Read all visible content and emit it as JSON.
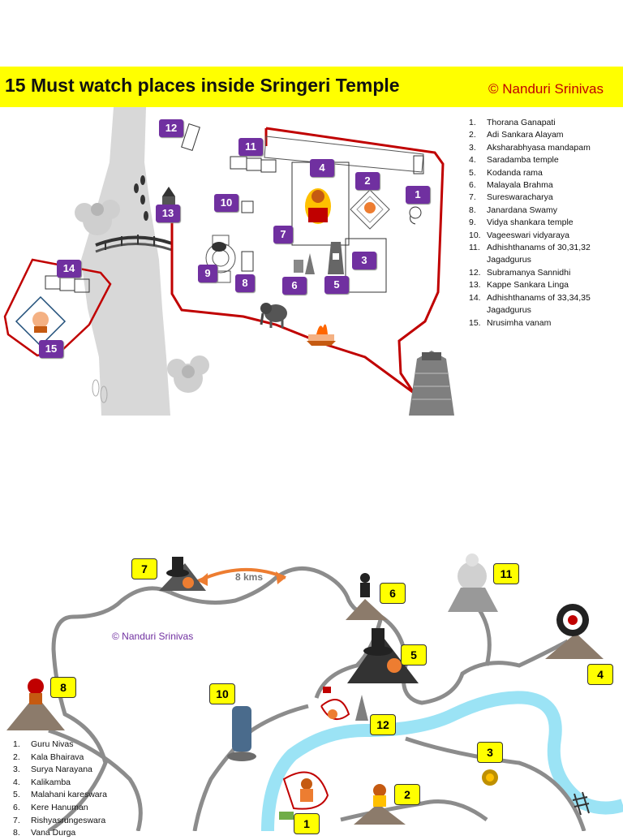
{
  "title": "15 Must watch places inside Sringeri Temple",
  "credit": "© Nanduri Srinivas",
  "temple_places": [
    {
      "num": "1.",
      "label": "Thorana Ganapati"
    },
    {
      "num": "2.",
      "label": "Adi Sankara Alayam"
    },
    {
      "num": "3.",
      "label": "Aksharabhyasa mandapam"
    },
    {
      "num": "4.",
      "label": "Saradamba temple"
    },
    {
      "num": "5.",
      "label": "Kodanda rama"
    },
    {
      "num": "6.",
      "label": "Malayala Brahma"
    },
    {
      "num": "7.",
      "label": "Sureswaracharya"
    },
    {
      "num": "8.",
      "label": "Janardana Swamy"
    },
    {
      "num": "9.",
      "label": "Vidya shankara temple"
    },
    {
      "num": "10.",
      "label": "Vageeswari vidyaraya"
    },
    {
      "num": "11.",
      "label": "Adhishthanams of 30,31,32 Jagadgurus"
    },
    {
      "num": "12.",
      "label": "Subramanya Sannidhi"
    },
    {
      "num": "13.",
      "label": "Kappe Sankara Linga"
    },
    {
      "num": "14.",
      "label": "Adhishthanams of 33,34,35 Jagadgurus"
    },
    {
      "num": "15.",
      "label": "Nrusimha vanam"
    }
  ],
  "temple_badges": [
    "1",
    "2",
    "3",
    "4",
    "5",
    "6",
    "7",
    "8",
    "9",
    "10",
    "11",
    "12",
    "13",
    "14",
    "15"
  ],
  "town_credit": "© Nanduri Srinivas",
  "distance_label": "8 kms",
  "town_badges": [
    "1",
    "2",
    "3",
    "4",
    "5",
    "6",
    "7",
    "8",
    "10",
    "11",
    "12"
  ],
  "town_places": [
    {
      "num": "1.",
      "label": "Guru Nivas"
    },
    {
      "num": "2.",
      "label": "Kala Bhairava"
    },
    {
      "num": "3.",
      "label": "Surya Narayana"
    },
    {
      "num": "4.",
      "label": "Kalikamba"
    },
    {
      "num": "5.",
      "label": "Malahani kareswara"
    },
    {
      "num": "6.",
      "label": "Kere Hanuman"
    },
    {
      "num": "7.",
      "label": "Rishyasrungeswara"
    },
    {
      "num": "8.",
      "label": "Vana Durga"
    }
  ],
  "colors": {
    "title_bg": "#ffff00",
    "credit": "#c00000",
    "badge_purple": "#7030a0",
    "boundary_red": "#c00000",
    "river_blue": "#9be3f5",
    "road_gray": "#8c8c8c"
  }
}
